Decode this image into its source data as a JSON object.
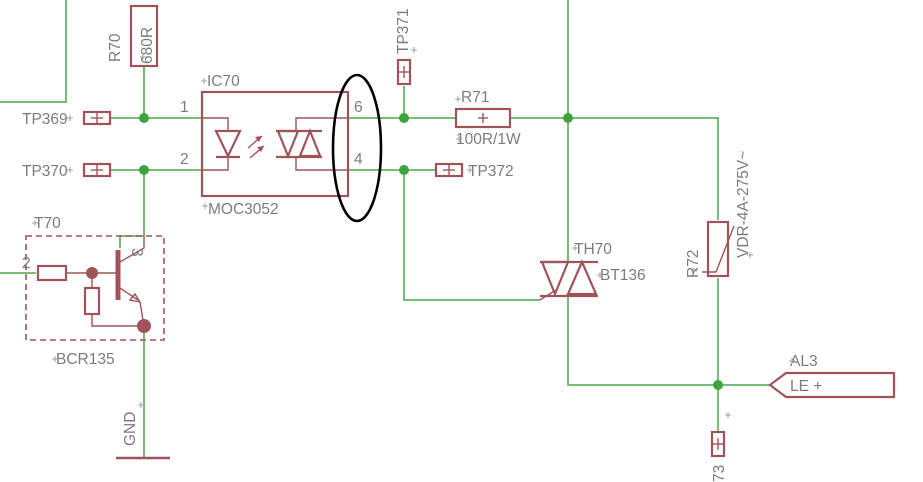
{
  "labels": {
    "r70_name": "R70",
    "r70_value": "680R",
    "tp371": "TP371",
    "ic70_name": "IC70",
    "ic70_value": "MOC3052",
    "r71_name": "R71",
    "r71_value": "100R/1W",
    "tp369": "TP369",
    "tp370": "TP370",
    "tp372": "TP372",
    "t70_name": "T70",
    "t70_value": "BCR135",
    "th70_name": "TH70",
    "th70_value": "BT136",
    "r72_name": "R72",
    "r72_value": "VDR-4A-275V~",
    "al3": "AL3",
    "le": "LE +",
    "gnd": "GND",
    "tp373_partial": "73"
  },
  "pins": {
    "ic_pin1": "1",
    "ic_pin2": "2",
    "ic_pin6": "6",
    "ic_pin4": "4",
    "t70_pin2": "2",
    "t70_pin3": "3"
  },
  "colors": {
    "wire": "#4aa64a",
    "part": "#a0545a",
    "label": "#7c7c7c",
    "annotation": "#000000"
  }
}
